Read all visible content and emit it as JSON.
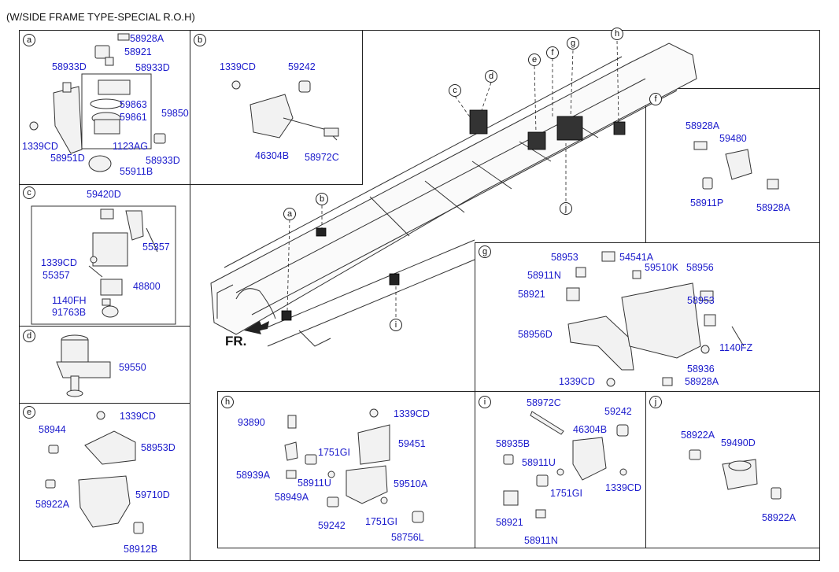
{
  "title": "(W/SIDE FRAME TYPE-SPECIAL R.O.H)",
  "front_label": "FR.",
  "callouts": {
    "a": "a",
    "b": "b",
    "c": "c",
    "d": "d",
    "e": "e",
    "f": "f",
    "g": "g",
    "h": "h",
    "i": "i",
    "j": "j"
  },
  "panels": {
    "a": {
      "letter": "a",
      "parts": [
        "58928A",
        "58921",
        "58933D",
        "58933D",
        "59863",
        "59861",
        "59850",
        "1339CD",
        "1123AG",
        "58951D",
        "58933D",
        "55911B"
      ]
    },
    "b": {
      "letter": "b",
      "parts": [
        "1339CD",
        "59242",
        "46304B",
        "58972C"
      ]
    },
    "c": {
      "letter": "c",
      "parts": [
        "59420D",
        "55357",
        "1339CD",
        "55357",
        "48800",
        "1140FH",
        "91763B"
      ]
    },
    "d": {
      "letter": "d",
      "parts": [
        "59550"
      ]
    },
    "e": {
      "letter": "e",
      "parts": [
        "1339CD",
        "58944",
        "58953D",
        "59710D",
        "58922A",
        "58912B"
      ]
    },
    "f": {
      "letter": "f",
      "parts": [
        "58928A",
        "59480",
        "58911P",
        "58928A"
      ]
    },
    "g": {
      "letter": "g",
      "parts": [
        "58953",
        "54541A",
        "58911N",
        "59510K",
        "58956",
        "58921",
        "58953",
        "58956D",
        "1140FZ",
        "58936",
        "1339CD",
        "58928A"
      ]
    },
    "h": {
      "letter": "h",
      "parts": [
        "1339CD",
        "93890",
        "59451",
        "1751GI",
        "58939A",
        "58911U",
        "59510A",
        "58949A",
        "59242",
        "1751GI",
        "58756L"
      ]
    },
    "i": {
      "letter": "i",
      "parts": [
        "58972C",
        "59242",
        "46304B",
        "58935B",
        "58911U",
        "1751GI",
        "1339CD",
        "58921",
        "58911N"
      ]
    },
    "j": {
      "letter": "j",
      "parts": [
        "58922A",
        "59490D",
        "58922A"
      ]
    }
  }
}
